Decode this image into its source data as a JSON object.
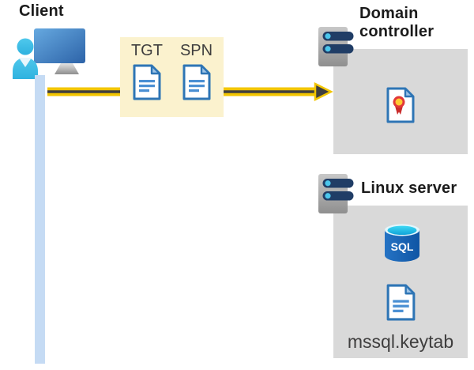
{
  "client": {
    "label": "Client"
  },
  "credentials_box": {
    "items": [
      {
        "label": "TGT"
      },
      {
        "label": "SPN"
      }
    ]
  },
  "domain_controller": {
    "label": "Domain controller"
  },
  "linux_server": {
    "label": "Linux server",
    "database_label": "SQL",
    "file_label": "mssql.keytab"
  },
  "colors": {
    "arrow-yellow": "#F2C500",
    "arrow-dark": "#3F3F3F",
    "highlight-yellow": "#FBF2CE",
    "panel-gray": "#D9D9D9",
    "line-blue": "#C5DBF4",
    "doc-blue": "#2E75B5",
    "doc-line-blue": "#4A8FD3",
    "doc-fold-blue": "#9DC3E6",
    "server-navy": "#203D66",
    "server-dot-cyan": "#4BC6EC",
    "cert-red": "#E23838",
    "cert-ribbon-red": "#C92B2B",
    "cert-yellow": "#FFC933",
    "text-dark": "#1B1B1B",
    "text-gray": "#3F3E3E"
  }
}
